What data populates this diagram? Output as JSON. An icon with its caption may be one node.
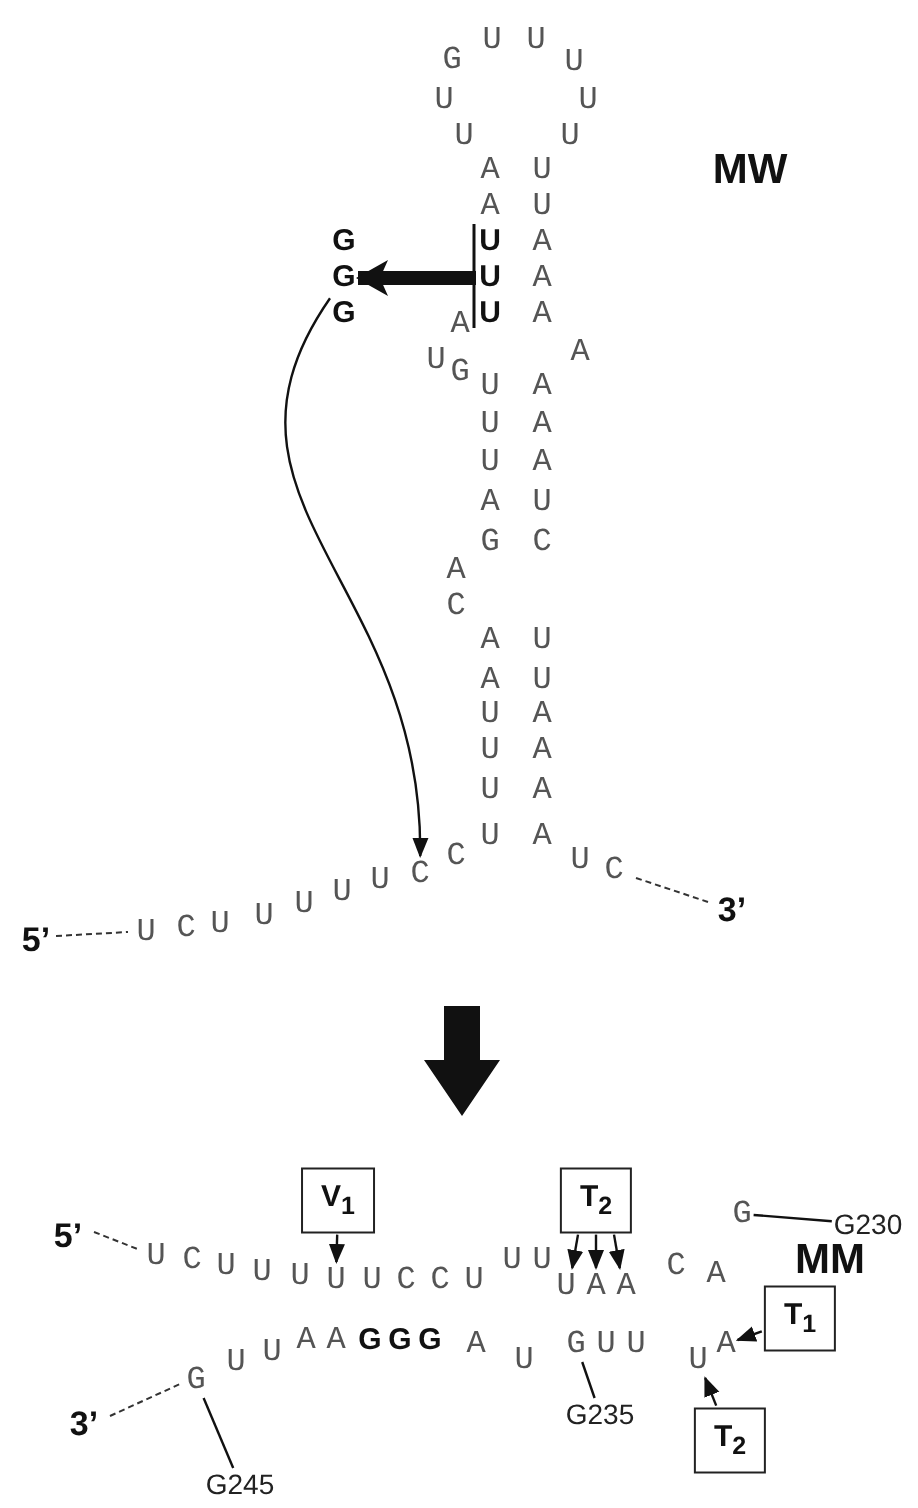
{
  "diagram": {
    "nodes": [
      {
        "text": [
          "G G G"
        ]
      },
      {
        "text": [
          "U U U"
        ]
      },
      {
        "text": [
          "C"
        ]
      },
      {
        "text": [
          "V$_{1}$"
        ]
      },
      {
        "text": [
          "U"
        ]
      },
      {
        "text": [
          "T$_{2}$"
        ]
      },
      {
        "text": [
          "U"
        ]
      },
      {
        "text": [
          "A"
        ]
      },
      {
        "text": [
          "A"
        ]
      },
      {
        "text": [
          "G"
        ]
      },
      {
        "text": [
          "G230"
        ]
      },
      {
        "text": [
          "T$_{1}$"
        ]
      },
      {
        "text": [
          "A"
        ]
      },
      {
        "text": [
          "U"
        ]
      },
      {
        "text": [
          "T$_{2}$"
        ]
      },
      {
        "text": [
          "G"
        ]
      },
      {
        "text": [
          "G235"
        ]
      },
      {
        "text": [
          "G"
        ]
      },
      {
        "text": [
          "G245"
        ]
      }
    ],
    "edges": [
      {
        "from": 1,
        "to": 0,
        "arrow": "to",
        "style": "thick"
      },
      {
        "from": 0,
        "to": 2,
        "arrow": "to"
      },
      {
        "from": 3,
        "to": 4,
        "arrow": "to"
      },
      {
        "from": 5,
        "to": 6,
        "arrow": "to"
      },
      {
        "from": 5,
        "to": 7,
        "arrow": "to"
      },
      {
        "from": 5,
        "to": 8,
        "arrow": "to"
      },
      {
        "from": 10,
        "to": 9,
        "arrow": "none"
      },
      {
        "from": 11,
        "to": 12,
        "arrow": "to"
      },
      {
        "from": 14,
        "to": 13,
        "arrow": "to"
      },
      {
        "from": 16,
        "to": 15,
        "arrow": "none"
      },
      {
        "from": 18,
        "to": 17,
        "arrow": "none"
      }
    ],
    "labels": [
      "G",
      "U",
      "U",
      "U",
      "U",
      "U",
      "U",
      "U",
      "A",
      "U",
      "MW",
      "A",
      "U",
      "A",
      "A",
      "A",
      "A",
      "U",
      "G",
      "U",
      "A",
      "A",
      "U",
      "A",
      "U",
      "A",
      "A",
      "U",
      "G",
      "C",
      "A",
      "C",
      "A",
      "U",
      "A",
      "U",
      "U",
      "A",
      "U",
      "A",
      "U",
      "A",
      "5’",
      "U",
      "C",
      "U",
      "U",
      "U",
      "U",
      "U",
      "C",
      "U",
      "A",
      "U",
      "C",
      "3’",
      "5’",
      "U",
      "C",
      "U",
      "U",
      "U",
      "U",
      "C",
      "C",
      "U",
      "U",
      "U",
      "C",
      "A",
      "MM",
      "3’",
      "U",
      "U",
      "A",
      "A",
      "G",
      "G",
      "G",
      "A",
      "U",
      "U",
      "U"
    ]
  }
}
